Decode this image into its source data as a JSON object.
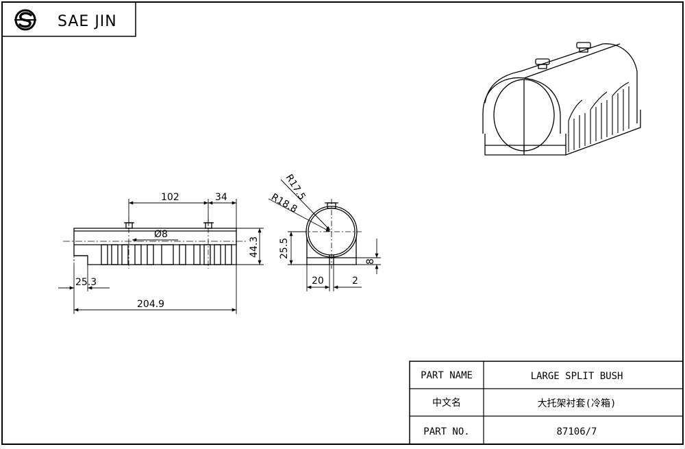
{
  "logo": {
    "company": "SAE JIN",
    "icon": "sae-jin-s-logo-icon"
  },
  "dimensions": {
    "front": {
      "pitch": "102",
      "end_offset": "34",
      "hole_dia": "Ø8",
      "height": "44.3",
      "step": "25.3",
      "length": "204.9"
    },
    "side": {
      "inner_radius": "R17.5",
      "outer_radius": "R18.8",
      "center_height": "25.5",
      "base_height": "8",
      "half_width": "20",
      "gap": "2"
    }
  },
  "title_block": {
    "part_name_label": "PART NAME",
    "part_name_value": "LARGE SPLIT BUSH",
    "cn_label": "中文名",
    "cn_value": "大托架衬套(冷箱)",
    "part_no_label": "PART NO.",
    "part_no_value": "87106/7"
  }
}
